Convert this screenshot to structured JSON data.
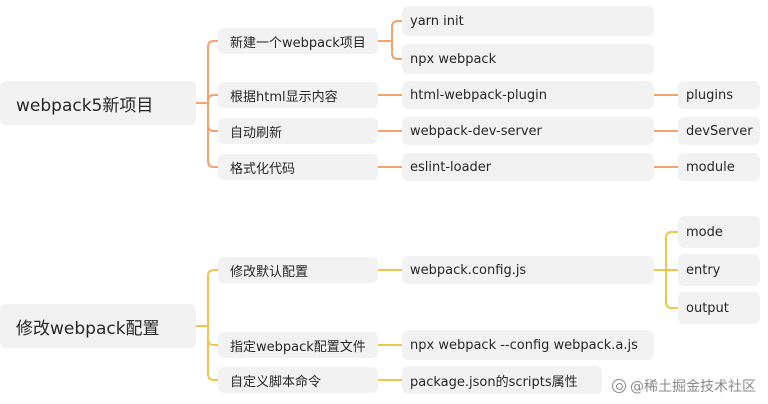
{
  "colors": {
    "branch_orange": "#f5a26b",
    "branch_yellow": "#f3c54a",
    "node_bg": "#f2f2f2"
  },
  "tree1": {
    "root": "webpack5新项目",
    "new_project": {
      "label": "新建一个webpack项目",
      "children": [
        "yarn init",
        "npx webpack"
      ]
    },
    "html_display": {
      "label": "根据html显示内容",
      "child": "html-webpack-plugin",
      "config": "plugins"
    },
    "auto_refresh": {
      "label": "自动刷新",
      "child": "webpack-dev-server",
      "config": "devServer"
    },
    "format_code": {
      "label": "格式化代码",
      "child": "eslint-loader",
      "config": "module"
    }
  },
  "tree2": {
    "root": "修改webpack配置",
    "default_config": {
      "label": "修改默认配置",
      "child": "webpack.config.js",
      "options": [
        "mode",
        "entry",
        "output"
      ]
    },
    "specify_config": {
      "label": "指定webpack配置文件",
      "child": "npx webpack --config webpack.a.js"
    },
    "custom_script": {
      "label": "自定义脚本命令",
      "child": "package.json的scripts属性"
    }
  },
  "watermark": {
    "icon": "juejin-logo-icon",
    "text": "@稀土掘金技术社区"
  }
}
